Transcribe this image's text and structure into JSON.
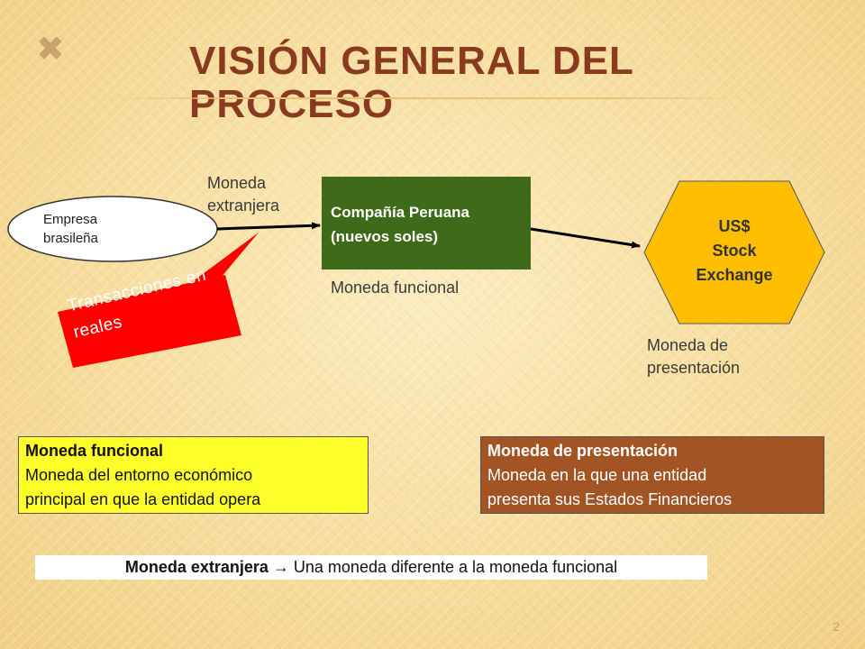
{
  "slide": {
    "title": "VISIÓN GENERAL DEL PROCESO",
    "page_number": "2",
    "colors": {
      "title": "#8a3a1e",
      "green_box": "#3f6a1a",
      "hexagon": "#ffbf00",
      "callout": "#ff0000",
      "functional_box": "#ffff29",
      "presentation_box": "#a25424"
    }
  },
  "diagram": {
    "ellipse": {
      "label": "Empresa\nbrasileña"
    },
    "foreign_currency_label": "Moneda\nextranjera",
    "peruvian_company": {
      "label": "Compañía Peruana\n(nuevos soles)"
    },
    "functional_currency_label": "Moneda funcional",
    "stock_exchange": {
      "label": "US$\nStock\nExchange"
    },
    "presentation_currency_label": "Moneda de\n presentación",
    "callout": {
      "label": "Transacciones en\nreales"
    }
  },
  "definitions": {
    "functional": {
      "heading": "Moneda funcional",
      "body": "Moneda del entorno económico\nprincipal en que la entidad opera"
    },
    "presentation": {
      "heading": "Moneda de presentación",
      "body": "Moneda en la que una entidad\npresenta sus Estados Financieros"
    }
  },
  "foreign_definition": {
    "term": "Moneda extranjera",
    "arrow": "→",
    "text": " Una moneda diferente a la moneda funcional"
  }
}
